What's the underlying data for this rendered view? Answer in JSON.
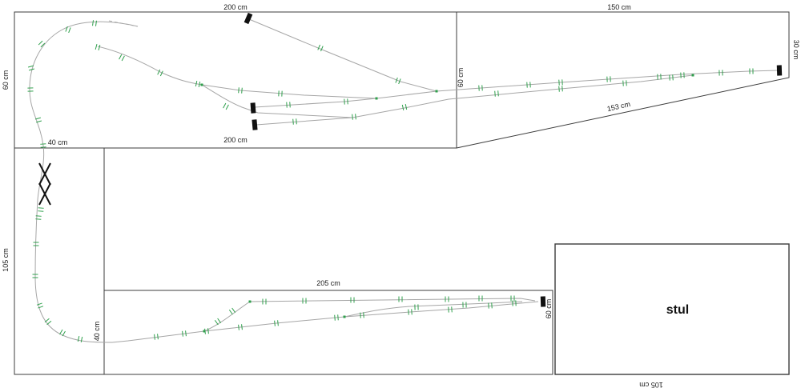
{
  "app": {
    "type": "model-railway-track-plan"
  },
  "colors": {
    "background": "#ffffff",
    "track": "#a6a6a6",
    "joint_mark": "#2fa04c",
    "board_outline": "#3c3c3c",
    "buffer_stop": "#111111"
  },
  "boards": [
    {
      "id": "board-top-left",
      "labels": {
        "top": "200 cm",
        "left": "60 cm",
        "bottom": "200 cm"
      }
    },
    {
      "id": "board-top-right",
      "labels": {
        "top": "150 cm",
        "left": "60 cm",
        "right": "30 cm",
        "diagonal": "153 cm"
      }
    },
    {
      "id": "board-left",
      "labels": {
        "top": "40 cm",
        "left": "105 cm"
      }
    },
    {
      "id": "board-bottom",
      "labels": {
        "top": "205 cm",
        "left": "40 cm"
      }
    },
    {
      "id": "board-table",
      "name": "stul",
      "labels": {
        "left": "60 cm",
        "bottom": "105 cm"
      }
    }
  ]
}
